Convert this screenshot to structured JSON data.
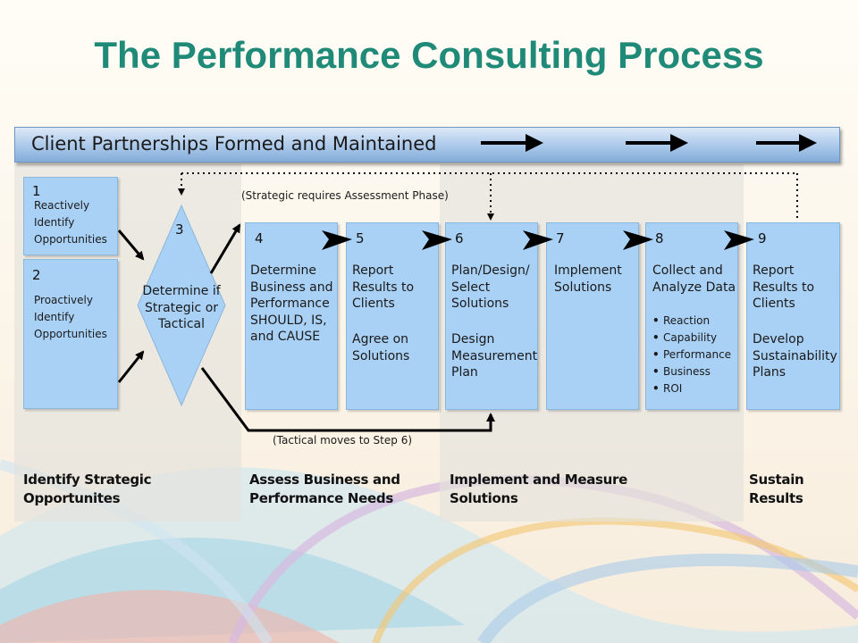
{
  "title": "The Performance Consulting Process",
  "banner": "Client Partnerships Formed and Maintained",
  "notes": {
    "strategic": "(Strategic requires Assessment Phase)",
    "tactical": "(Tactical moves to Step 6)"
  },
  "steps": [
    {
      "num": "1",
      "text": "Reactively Identify Opportunities"
    },
    {
      "num": "2",
      "text": "Proactively Identify Opportunities"
    },
    {
      "num": "3",
      "text": "Determine if Strategic or Tactical"
    },
    {
      "num": "4",
      "text": "Determine Business and Performance SHOULD, IS, and CAUSE"
    },
    {
      "num": "5",
      "text": "Report Results to Clients",
      "text2": "Agree on Solutions"
    },
    {
      "num": "6",
      "text": "Plan/Design/ Select Solutions",
      "text2": "Design Measurement Plan"
    },
    {
      "num": "7",
      "text": "Implement Solutions"
    },
    {
      "num": "8",
      "text": "Collect and Analyze Data",
      "bullets": [
        "Reaction",
        "Capability",
        "Performance",
        "Business",
        "ROI"
      ]
    },
    {
      "num": "9",
      "text": "Report Results to Clients",
      "text2": "Develop Sustainability Plans"
    }
  ],
  "phases": [
    "Identify Strategic Opportunites",
    "Assess Business and Performance Needs",
    "Implement and Measure Solutions",
    "Sustain Results"
  ],
  "colors": {
    "title": "#1f8a78",
    "box": "#a9d1f6",
    "banner": "#aac8ea",
    "phase_band": "#ebe8e1"
  }
}
